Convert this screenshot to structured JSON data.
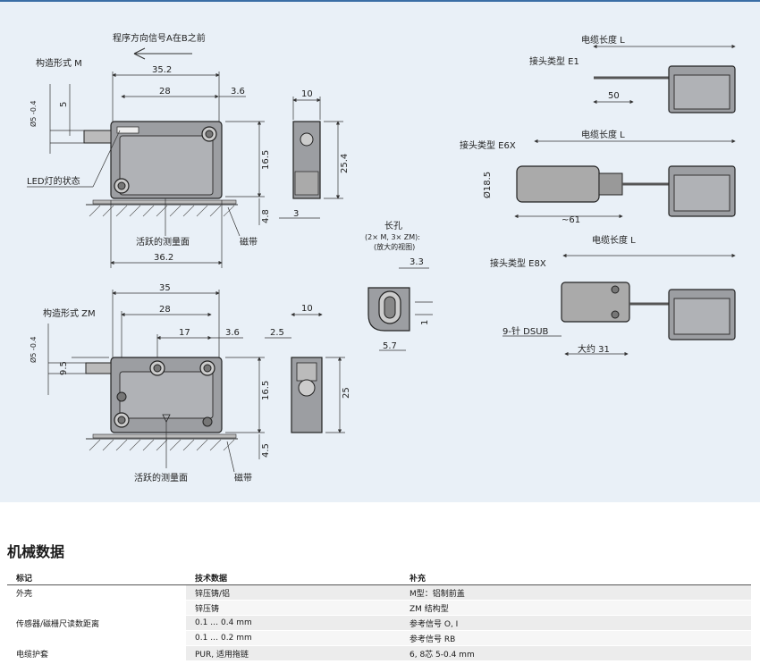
{
  "drawing": {
    "top_arrow_label": "程序方向信号A在B之前",
    "style_m_label": "构造形式 M",
    "style_zm_label": "构造形式 ZM",
    "led_label": "LED灯的状态",
    "active_face_label": "活跃的测量面",
    "tape_label": "磁带",
    "dia5": "Ø5 -0.4",
    "m": {
      "w35_2": "35.2",
      "w28": "28",
      "w3_6": "3.6",
      "h5": "5",
      "h16_5": "16.5",
      "h4_8": "4.8",
      "w36_2": "36.2",
      "side_w10": "10",
      "side_h25_4": "25.4",
      "side_3": "3"
    },
    "zm": {
      "w35": "35",
      "w28": "28",
      "w17": "17",
      "w3_6": "3.6",
      "w2_5": "2.5",
      "h9_5": "9.5",
      "h16_5": "16.5",
      "h4_5": "4.5",
      "side_w10": "10",
      "side_h25": "25"
    },
    "slot": {
      "title": "长孔",
      "sub1": "(2× M, 3× ZM):",
      "sub2": "(放大的视图)",
      "d3_3": "3.3",
      "d1": "1",
      "d5_7": "5.7"
    },
    "e1": {
      "label": "接头类型 E1",
      "cable": "电缆长度 L",
      "d50": "50"
    },
    "e6x": {
      "label": "接头类型 E6X",
      "cable": "电缆长度 L",
      "dia": "Ø18.5",
      "len": "~61"
    },
    "e8x": {
      "label": "接头类型 E8X",
      "cable": "电缆长度 L",
      "dsub": "9-针 DSUB",
      "approx": "大约 31"
    }
  },
  "section_title": "机械数据",
  "table": {
    "headers": [
      "标记",
      "技术数据",
      "补充"
    ],
    "rows": [
      [
        "外壳",
        "锌压铸/铝",
        "M型：铝制前盖"
      ],
      [
        "",
        "锌压铸",
        "ZM 结构型"
      ],
      [
        "传感器/磁栅尺读数距离",
        "0.1 … 0.4 mm",
        "参考信号 O, I"
      ],
      [
        "",
        "0.1 … 0.2 mm",
        "参考信号 RB"
      ],
      [
        "电缆护套",
        "PUR, 适用拖链",
        "6, 8芯  5-0.4 mm"
      ]
    ]
  }
}
